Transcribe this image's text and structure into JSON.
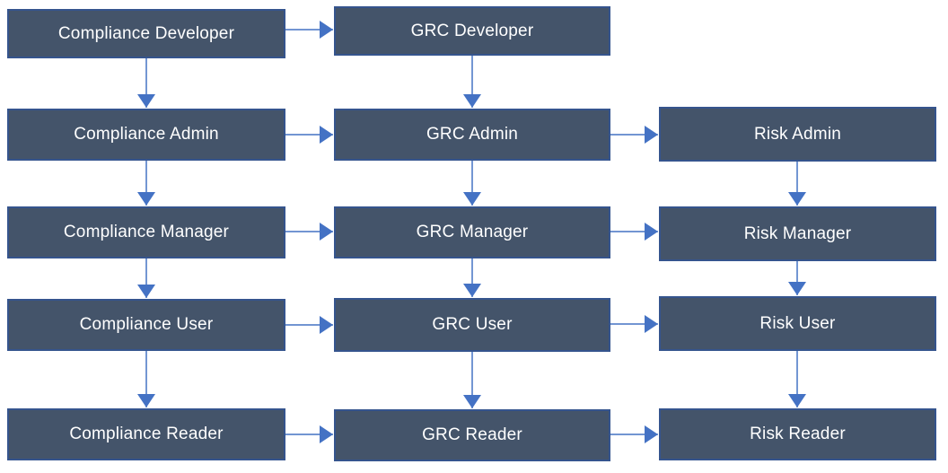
{
  "diagram": {
    "title": "Role hierarchy diagram",
    "columns": [
      "Compliance",
      "GRC",
      "Risk"
    ],
    "rows": [
      "Developer",
      "Admin",
      "Manager",
      "User",
      "Reader"
    ],
    "nodes": [
      {
        "id": "compliance-developer",
        "label": "Compliance Developer"
      },
      {
        "id": "grc-developer",
        "label": "GRC Developer"
      },
      {
        "id": "compliance-admin",
        "label": "Compliance Admin"
      },
      {
        "id": "grc-admin",
        "label": "GRC Admin"
      },
      {
        "id": "risk-admin",
        "label": "Risk Admin"
      },
      {
        "id": "compliance-manager",
        "label": "Compliance Manager"
      },
      {
        "id": "grc-manager",
        "label": "GRC Manager"
      },
      {
        "id": "risk-manager",
        "label": "Risk Manager"
      },
      {
        "id": "compliance-user",
        "label": "Compliance User"
      },
      {
        "id": "grc-user",
        "label": "GRC User"
      },
      {
        "id": "risk-user",
        "label": "Risk User"
      },
      {
        "id": "compliance-reader",
        "label": "Compliance Reader"
      },
      {
        "id": "grc-reader",
        "label": "GRC Reader"
      },
      {
        "id": "risk-reader",
        "label": "Risk Reader"
      }
    ],
    "edges": [
      {
        "from": "compliance-developer",
        "to": "grc-developer"
      },
      {
        "from": "compliance-developer",
        "to": "compliance-admin"
      },
      {
        "from": "grc-developer",
        "to": "grc-admin"
      },
      {
        "from": "compliance-admin",
        "to": "grc-admin"
      },
      {
        "from": "grc-admin",
        "to": "risk-admin"
      },
      {
        "from": "compliance-admin",
        "to": "compliance-manager"
      },
      {
        "from": "grc-admin",
        "to": "grc-manager"
      },
      {
        "from": "risk-admin",
        "to": "risk-manager"
      },
      {
        "from": "compliance-manager",
        "to": "grc-manager"
      },
      {
        "from": "grc-manager",
        "to": "risk-manager"
      },
      {
        "from": "compliance-manager",
        "to": "compliance-user"
      },
      {
        "from": "grc-manager",
        "to": "grc-user"
      },
      {
        "from": "risk-manager",
        "to": "risk-user"
      },
      {
        "from": "compliance-user",
        "to": "grc-user"
      },
      {
        "from": "grc-user",
        "to": "risk-user"
      },
      {
        "from": "compliance-user",
        "to": "compliance-reader"
      },
      {
        "from": "grc-user",
        "to": "grc-reader"
      },
      {
        "from": "risk-user",
        "to": "risk-reader"
      },
      {
        "from": "compliance-reader",
        "to": "grc-reader"
      },
      {
        "from": "grc-reader",
        "to": "risk-reader"
      }
    ],
    "colors": {
      "box_fill": "#44546A",
      "box_border": "#35548D",
      "arrow": "#4472C4",
      "text": "#FFFFFF",
      "background": "#FFFFFF"
    }
  }
}
